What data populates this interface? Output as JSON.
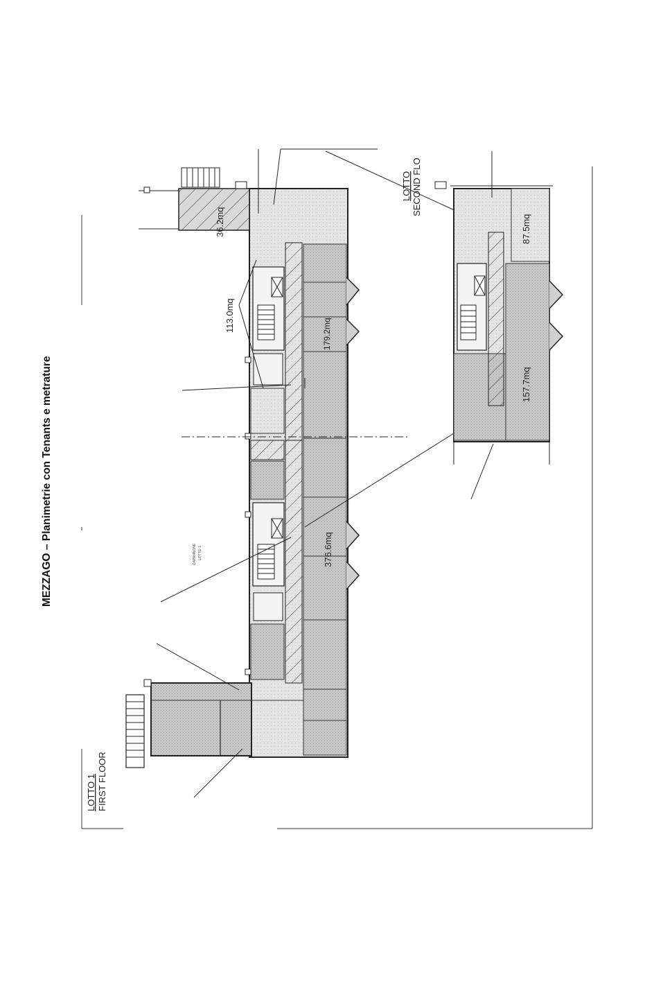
{
  "document": {
    "title": "MEZZAGO – Planimetrie con Tenants e metrature"
  },
  "colors": {
    "ink": "#222222",
    "tenant_fill": "#c9c9c9",
    "common_fill": "#e6e6e6",
    "paper": "#ffffff"
  },
  "lotto1": {
    "title": "LOTTO 1",
    "subtitle": "FIRST FLOOR",
    "areas": {
      "a362": "36.2mq",
      "a113": "113.0mq",
      "a376": "376.6mq",
      "a179": "179.2mq"
    },
    "room_labels": {
      "capannone": "CAPANNONE",
      "lotto_small": "LOTTO 1"
    }
  },
  "lotto2": {
    "title": "LOTTO",
    "subtitle": "SECOND FLO",
    "areas": {
      "a875": "87.5mq",
      "a157": "157.7mq"
    }
  }
}
